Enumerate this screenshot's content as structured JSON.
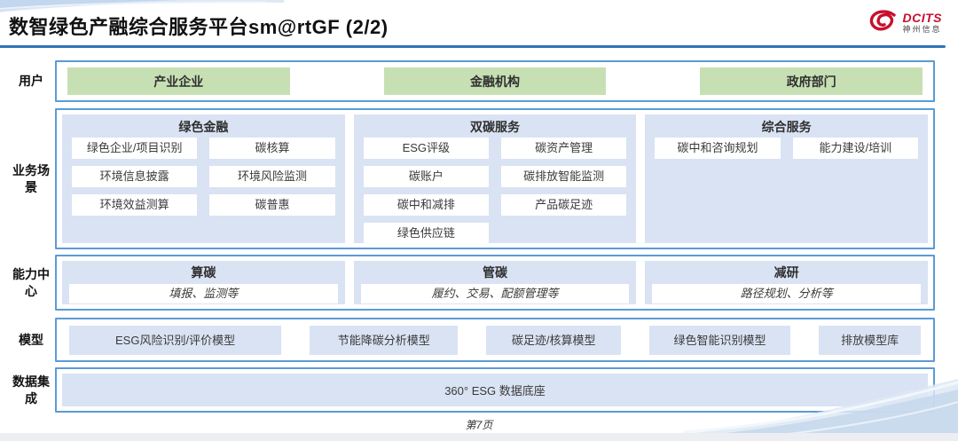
{
  "header": {
    "title": "数智绿色产融综合服务平台sm@rtGF (2/2)",
    "logo": {
      "brand": "DCITS",
      "name": "神州信息"
    }
  },
  "rows": {
    "users": {
      "label": "用户",
      "items": [
        "产业企业",
        "金融机构",
        "政府部门"
      ]
    },
    "scenarios": {
      "label": "业务场景",
      "columns": [
        {
          "title": "绿色金融",
          "items": [
            "绿色企业/项目识别",
            "碳核算",
            "环境信息披露",
            "环境风险监测",
            "环境效益测算",
            "碳普惠"
          ]
        },
        {
          "title": "双碳服务",
          "items": [
            "ESG评级",
            "碳资产管理",
            "碳账户",
            "碳排放智能监测",
            "碳中和减排",
            "产品碳足迹",
            "绿色供应链"
          ]
        },
        {
          "title": "综合服务",
          "items": [
            "碳中和咨询规划",
            "能力建设/培训"
          ]
        }
      ]
    },
    "capabilities": {
      "label": "能力中心",
      "columns": [
        {
          "title": "算碳",
          "desc": "填报、监测等"
        },
        {
          "title": "管碳",
          "desc": "履约、交易、配额管理等"
        },
        {
          "title": "减研",
          "desc": "路径规划、分析等"
        }
      ]
    },
    "models": {
      "label": "模型",
      "items": [
        "ESG风险识别/评价模型",
        "节能降碳分析模型",
        "碳足迹/核算模型",
        "绿色智能识别模型",
        "排放模型库"
      ]
    },
    "data_integration": {
      "label": "数据集成",
      "items": [
        "360° ESG 数据底座"
      ]
    }
  },
  "footer": {
    "page": "第7页"
  },
  "colors": {
    "border_blue": "#5b9bd5",
    "rule_blue": "#2e75b6",
    "green_fill": "#c6e0b4",
    "lavender_fill": "#dae3f3",
    "logo_red": "#c8102e"
  }
}
